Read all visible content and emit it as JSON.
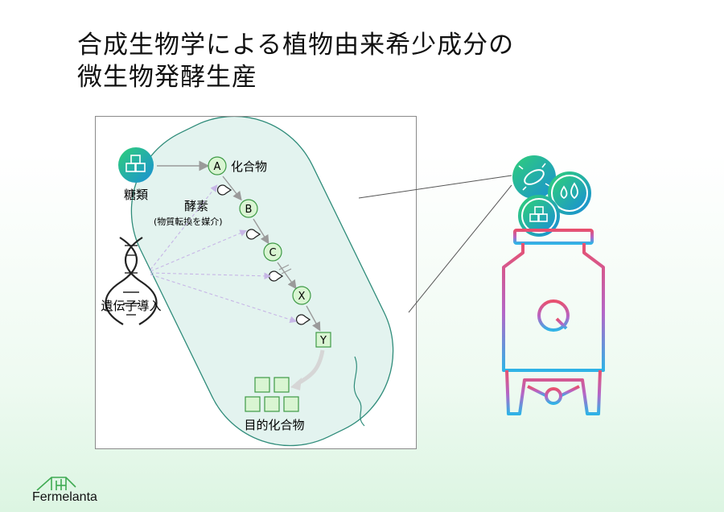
{
  "title": {
    "line1": "合成生物学による植物由来希少成分の",
    "line2": "微生物発酵生産"
  },
  "diagram": {
    "sugar_label": "糖類",
    "compound_label": "化合物",
    "enzyme_label": "酵素",
    "enzyme_note": "(物質転換を媒介)",
    "gene_label": "遺伝子導入",
    "target_label": "目的化合物",
    "nodes": [
      "A",
      "B",
      "C",
      "X",
      "Y"
    ]
  },
  "logo": {
    "name": "Fermelanta"
  },
  "colors": {
    "cell_fill": "#e3f3ef",
    "cell_stroke": "#2f8c7a",
    "node_fill": "#d9f5d2",
    "node_stroke": "#3e9a45",
    "tank_gradient_top": "#e8506e",
    "tank_gradient_mid": "#b466c8",
    "tank_gradient_bottom": "#2fb3e6",
    "icon_gradient_start": "#2fcf78",
    "icon_gradient_end": "#1a8fd6"
  }
}
